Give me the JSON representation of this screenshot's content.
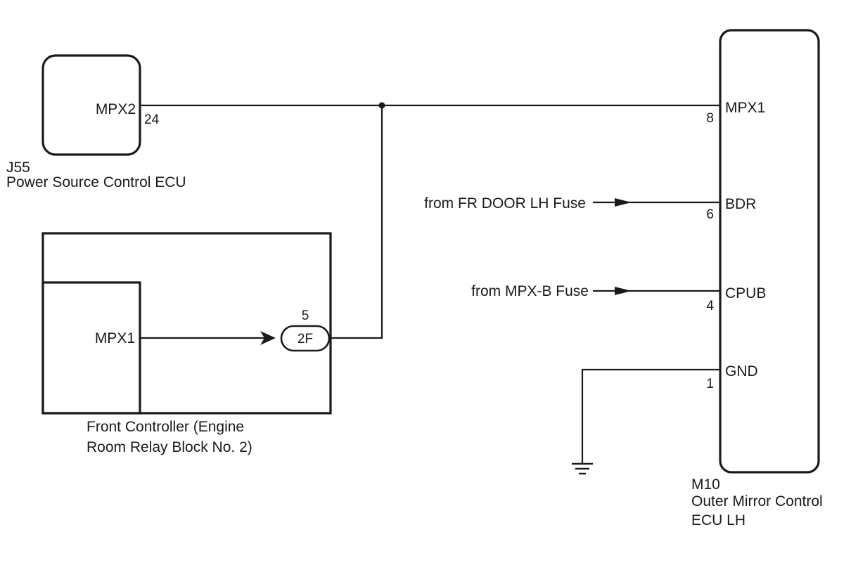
{
  "power_source_ecu": {
    "code": "J55",
    "name": "Power Source Control ECU",
    "terminal": "MPX2",
    "pin": "24"
  },
  "front_controller": {
    "name_line1": "Front Controller (Engine",
    "name_line2": "Room Relay Block No. 2)",
    "terminal": "MPX1",
    "connector": "2F",
    "pin": "5"
  },
  "mirror_ecu": {
    "code": "M10",
    "name_line1": "Outer Mirror Control",
    "name_line2": "ECU LH",
    "terminals": [
      {
        "name": "MPX1",
        "pin": "8"
      },
      {
        "name": "BDR",
        "pin": "6"
      },
      {
        "name": "CPUB",
        "pin": "4"
      },
      {
        "name": "GND",
        "pin": "1"
      }
    ]
  },
  "sources": {
    "bdr": "from FR DOOR LH Fuse",
    "cpub": "from MPX-B Fuse"
  }
}
